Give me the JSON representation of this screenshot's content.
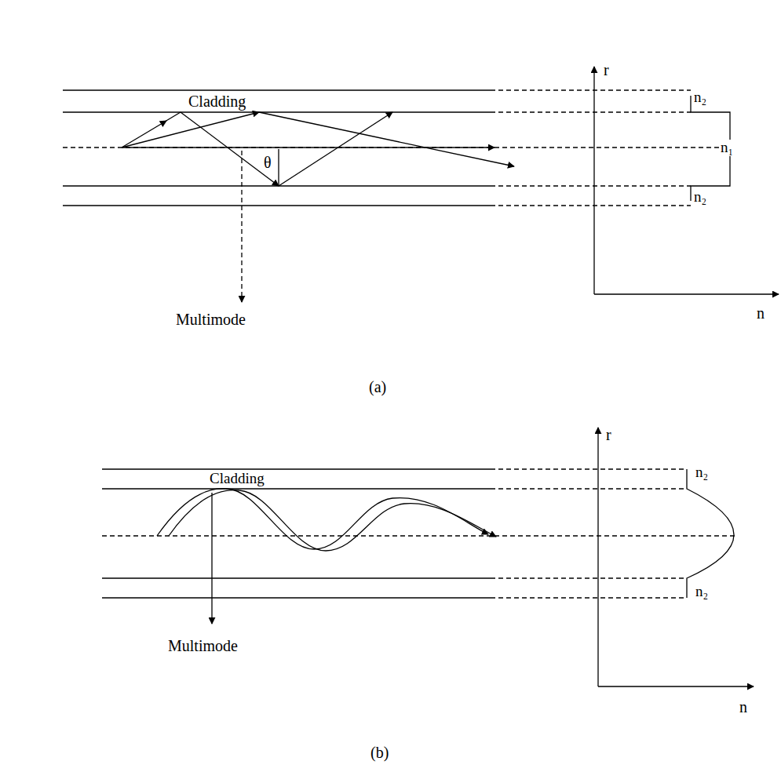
{
  "diagram": {
    "labels": [
      "Cladding",
      "θ",
      "Multimode",
      "n₂",
      "n₁",
      "n₂",
      "r",
      "n",
      "(a)",
      "Cladding",
      "Multimode",
      "n₂",
      "n₂",
      "r",
      "n",
      "(b)"
    ]
  }
}
